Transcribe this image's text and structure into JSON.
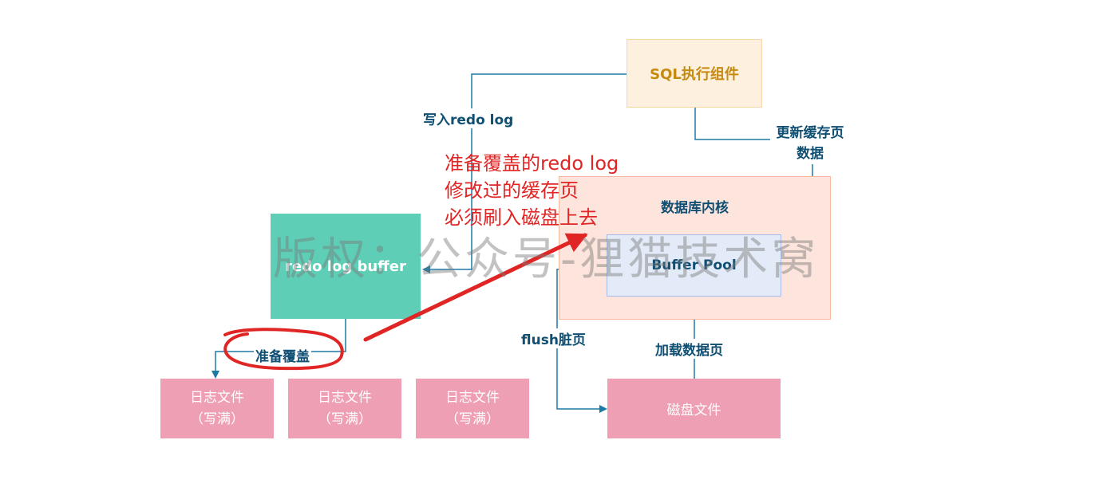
{
  "diagram": {
    "sql_component": "SQL执行组件",
    "kernel": "数据库内核",
    "buffer_pool": "Buffer Pool",
    "redo_log_buffer": "redo log buffer",
    "disk_file": "磁盘文件",
    "log_files": [
      {
        "line1": "日志文件",
        "line2": "（写满）"
      },
      {
        "line1": "日志文件",
        "line2": "（写满）"
      },
      {
        "line1": "日志文件",
        "line2": "（写满）"
      }
    ],
    "labels": {
      "write_redo": "写入redo log",
      "update_cache_line1": "更新缓存页",
      "update_cache_line2": "数据",
      "flush": "flush脏页",
      "load_page": "加载数据页",
      "prepare_overwrite": "准备覆盖"
    },
    "annotation": {
      "line1": "准备覆盖的redo log",
      "line2": "修改过的缓存页",
      "line3": "必须刷入磁盘上去"
    },
    "watermark": "版权：公众号-狸猫技术窝",
    "colors": {
      "line": "#1c7aa8",
      "annotation": "#e02525",
      "label": "#0f4f73"
    }
  }
}
